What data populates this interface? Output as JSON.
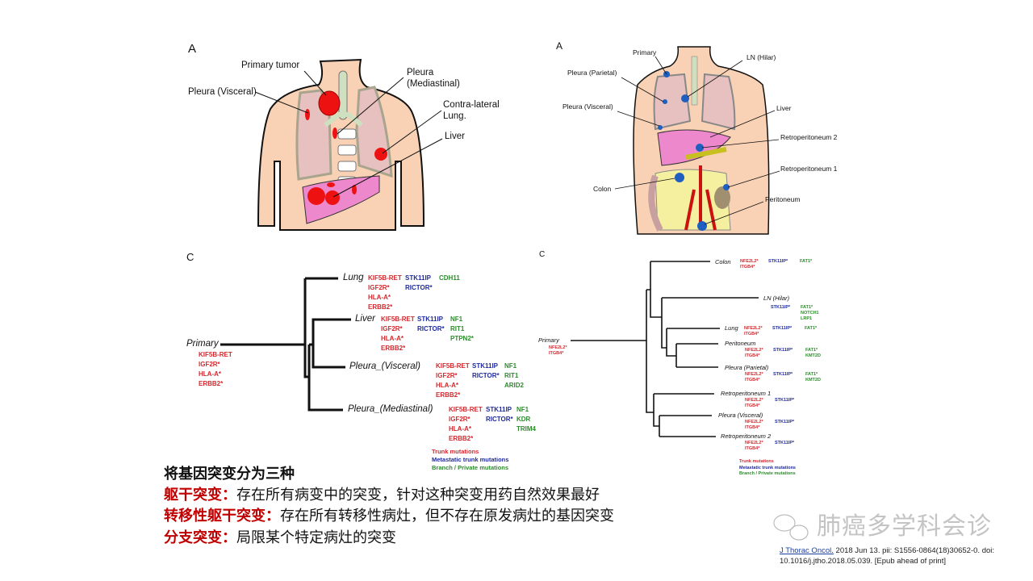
{
  "left_panel_a": {
    "letter": "A",
    "labels": {
      "primary_tumor": "Primary tumor",
      "pleura_visceral": "Pleura (Visceral)",
      "pleura_mediastinal": [
        "Pleura",
        "(Mediastinal)"
      ],
      "contra_lateral": [
        "Contra-lateral",
        "Lung."
      ],
      "liver": "Liver"
    }
  },
  "right_panel_a": {
    "letter": "A",
    "labels": {
      "primary": "Primary",
      "ln_hilar": "LN (Hilar)",
      "pleura_parietal": "Pleura (Parietal)",
      "pleura_visceral": "Pleura (Visceral)",
      "liver": "Liver",
      "retro2": "Retroperitoneum 2",
      "retro1": "Retroperitoneum 1",
      "colon": "Colon",
      "peritoneum": "Peritoneum"
    }
  },
  "left_tree": {
    "letter": "C",
    "primary": {
      "name": "Primary",
      "trunk": [
        "KIF5B-RET",
        "IGF2R*",
        "HLA-A*",
        "ERBB2*"
      ]
    },
    "nodes": [
      {
        "name": "Lung",
        "trunk": [
          "KIF5B-RET",
          "IGF2R*",
          "HLA-A*",
          "ERBB2*"
        ],
        "met": [
          "STK11IP",
          "RICTOR*"
        ],
        "branch": [
          "CDH11"
        ]
      },
      {
        "name": "Liver",
        "trunk": [
          "KIF5B-RET",
          "IGF2R*",
          "HLA-A*",
          "ERBB2*"
        ],
        "met": [
          "STK11IP",
          "RICTOR*"
        ],
        "branch": [
          "NF1",
          "RIT1",
          "PTPN2*"
        ]
      },
      {
        "name": "Pleura_(Visceral)",
        "trunk": [
          "KIF5B-RET",
          "IGF2R*",
          "HLA-A*",
          "ERBB2*"
        ],
        "met": [
          "STK11IP",
          "RICTOR*"
        ],
        "branch": [
          "NF1",
          "RIT1",
          "ARID2"
        ]
      },
      {
        "name": "Pleura_(Mediastinal)",
        "trunk": [
          "KIF5B-RET",
          "IGF2R*",
          "HLA-A*",
          "ERBB2*"
        ],
        "met": [
          "STK11IP",
          "RICTOR*"
        ],
        "branch": [
          "NF1",
          "KDR",
          "TRIM4"
        ]
      }
    ],
    "legend": [
      "Trunk mutations",
      "Metastatic trunk mutations",
      "Branch / Private mutations"
    ]
  },
  "right_tree": {
    "letter": "C",
    "primary": {
      "name": "Primary",
      "trunk": [
        "NFE2L2*",
        "ITGB4*"
      ]
    },
    "nodes": [
      {
        "name": "Colon",
        "trunk": [
          "NFE2L2*",
          "ITGB4*"
        ],
        "met": [
          "STK11IP*"
        ],
        "branch": [
          "FAT1*"
        ]
      },
      {
        "name": "LN (Hilar)",
        "trunk": [],
        "met": [
          "STK11IP*"
        ],
        "branch": [
          "FAT1*",
          "NOTCH1",
          "LRP1"
        ]
      },
      {
        "name": "Lung",
        "trunk": [
          "NFE2L2*",
          "ITGB4*"
        ],
        "met": [
          "STK11IP*"
        ],
        "branch": [
          "FAT1*"
        ]
      },
      {
        "name": "Peritoneum",
        "trunk": [
          "NFE2L2*",
          "ITGB4*"
        ],
        "met": [
          "STK11IP*"
        ],
        "branch": [
          "FAT1*",
          "KMT2D"
        ]
      },
      {
        "name": "Pleura (Parietal)",
        "trunk": [
          "NFE2L2*",
          "ITGB4*"
        ],
        "met": [
          "STK11IP*"
        ],
        "branch": [
          "FAT1*",
          "KMT2D"
        ]
      },
      {
        "name": "Retroperitoneum 1",
        "trunk": [
          "NFE2L2*",
          "ITGB4*"
        ],
        "met": [
          "STK11IP*"
        ],
        "branch": []
      },
      {
        "name": "Pleura (Visceral)",
        "trunk": [
          "NFE2L2*",
          "ITGB4*"
        ],
        "met": [
          "STK11IP*"
        ],
        "branch": []
      },
      {
        "name": "Retroperitoneum 2",
        "trunk": [
          "NFE2L2*",
          "ITGB4*"
        ],
        "met": [
          "STK11IP*"
        ],
        "branch": []
      }
    ],
    "legend": [
      "Trunk mutations",
      "Metastatic trunk mutations",
      "Branch / Private mutations"
    ]
  },
  "colors": {
    "trunk": "#d2282e",
    "metastatic": "#1f2a9c",
    "branch": "#2d8a2d",
    "emphasis": "#c00000"
  },
  "notes": {
    "title": "将基因突变分为三种",
    "items": [
      {
        "term": "躯干突变：",
        "text": "存在所有病变中的突变，针对这种突变用药自然效果最好"
      },
      {
        "term": "转移性躯干突变：",
        "text": "存在所有转移性病灶，但不存在原发病灶的基因突变"
      },
      {
        "term": "分支突变：",
        "text": "局限某个特定病灶的突变"
      }
    ]
  },
  "citation": {
    "journal": "J Thorac Oncol.",
    "line1": " 2018 Jun 13. pii: S1556-0864(18)30652-0. doi:",
    "line2": "10.1016/j.jtho.2018.05.039. [Epub ahead of print]"
  },
  "watermark": {
    "icon": "wechat-icon",
    "text": "肺癌多学科会诊"
  }
}
